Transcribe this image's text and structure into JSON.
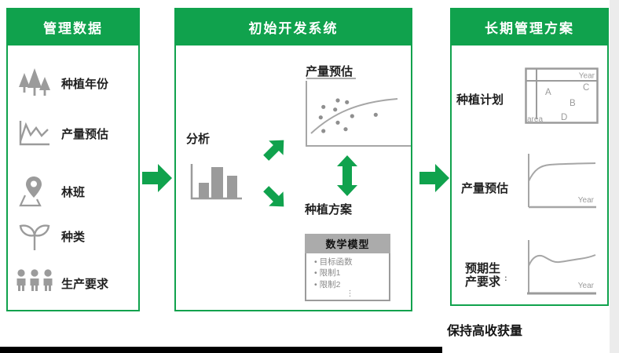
{
  "left_panel": {
    "title": "管理数据",
    "items": [
      {
        "icon": "trees-icon",
        "label": "种植年份"
      },
      {
        "icon": "line-chart-icon",
        "label": "产量预估"
      },
      {
        "icon": "map-pin-icon",
        "label": "林班"
      },
      {
        "icon": "sprout-icon",
        "label": "种类"
      },
      {
        "icon": "people-icon",
        "label": "生产要求"
      }
    ]
  },
  "middle_panel": {
    "title": "初始开发系统",
    "analysis_label": "分析",
    "yield_forecast_label": "产量预估",
    "planting_plan_label": "种植方案",
    "model_box": {
      "title": "数学模型",
      "bullets": [
        "目标函数",
        "限制1",
        "限制2"
      ],
      "ellipsis": "⋮"
    }
  },
  "right_panel": {
    "title": "长期管理方案",
    "planting_schedule_label": "种植计划",
    "yield_forecast_label": "产量预估",
    "expected_demand_line1": "预期生",
    "expected_demand_line2": "产要求",
    "colon_mark": ":",
    "schedule_table": {
      "year_label": "Year",
      "area_label": "area",
      "letter_a": "A",
      "letter_b": "B",
      "letter_c": "C",
      "letter_d": "D"
    },
    "yield_chart": {
      "year_label": "Year"
    },
    "demand_chart": {
      "year_label": "Year"
    },
    "footnote": "保持高收获量"
  },
  "icons": {
    "flow_between_panels": "arrow-right-icon",
    "middle_flow": [
      "arrow-up-right-icon",
      "arrow-down-right-icon",
      "arrow-up-down-icon"
    ]
  },
  "colors": {
    "green": "#10A24D",
    "icon_gray": "#9B9B9B",
    "chart_gray": "#A6A6A6",
    "model_header_bg": "#ABABAB",
    "text_dark": "#1F1F1F",
    "side_strip": "#ECECEC",
    "bottom_bar": "#000000"
  }
}
